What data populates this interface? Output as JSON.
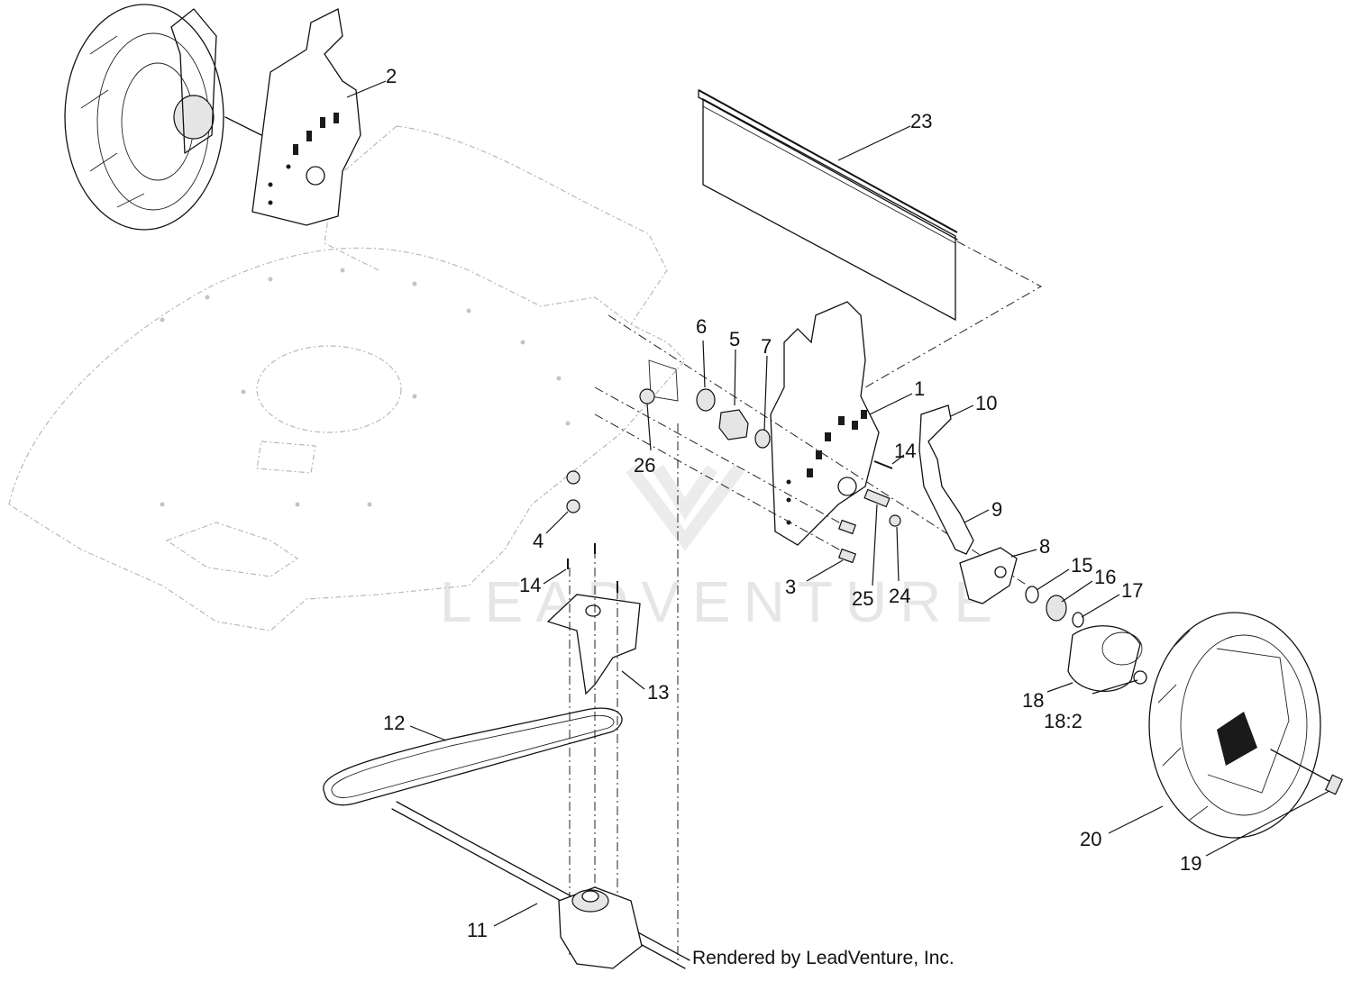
{
  "watermark": "LEADVENTURE",
  "credit": "Rendered by LeadVenture, Inc.",
  "callouts": [
    {
      "id": "c2",
      "text": "2"
    },
    {
      "id": "c23",
      "text": "23"
    },
    {
      "id": "c6",
      "text": "6"
    },
    {
      "id": "c5",
      "text": "5"
    },
    {
      "id": "c7",
      "text": "7"
    },
    {
      "id": "c1",
      "text": "1"
    },
    {
      "id": "c10",
      "text": "10"
    },
    {
      "id": "c14a",
      "text": "14"
    },
    {
      "id": "c26",
      "text": "26"
    },
    {
      "id": "c9",
      "text": "9"
    },
    {
      "id": "c4",
      "text": "4"
    },
    {
      "id": "c8",
      "text": "8"
    },
    {
      "id": "c15",
      "text": "15"
    },
    {
      "id": "c16",
      "text": "16"
    },
    {
      "id": "c17",
      "text": "17"
    },
    {
      "id": "c14b",
      "text": "14"
    },
    {
      "id": "c3",
      "text": "3"
    },
    {
      "id": "c25",
      "text": "25"
    },
    {
      "id": "c24",
      "text": "24"
    },
    {
      "id": "c13",
      "text": "13"
    },
    {
      "id": "c18",
      "text": "18"
    },
    {
      "id": "c18-2",
      "text": "18:2"
    },
    {
      "id": "c12",
      "text": "12"
    },
    {
      "id": "c20",
      "text": "20"
    },
    {
      "id": "c19",
      "text": "19"
    },
    {
      "id": "c11",
      "text": "11"
    }
  ]
}
